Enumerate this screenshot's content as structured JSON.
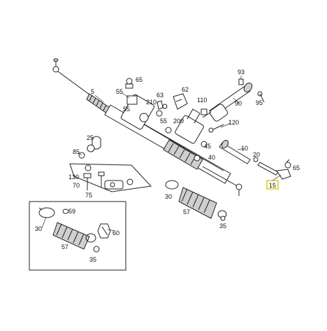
{
  "diagram": {
    "callouts": [
      "5",
      "55",
      "65",
      "93",
      "63",
      "62",
      "110",
      "90",
      "95",
      "210",
      "55",
      "200",
      "55",
      "120",
      "25",
      "45",
      "10",
      "20",
      "85",
      "40",
      "65",
      "130",
      "70",
      "75",
      "15",
      "30",
      "57",
      "35",
      "59",
      "30",
      "60",
      "57",
      "35"
    ],
    "highlight_color": "#e8c400",
    "highlighted_callout": "15"
  }
}
